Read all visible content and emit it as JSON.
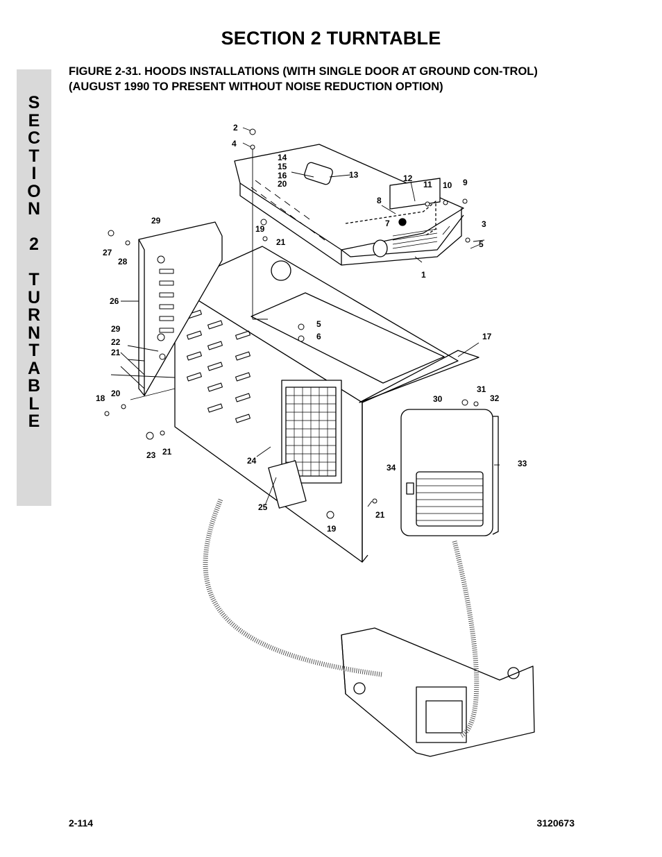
{
  "header": {
    "title": "SECTION 2   TURNTABLE"
  },
  "side_tab": {
    "letters": [
      "S",
      "E",
      "C",
      "T",
      "I",
      "O",
      "N",
      "",
      "2",
      "",
      "T",
      "U",
      "R",
      "N",
      "T",
      "A",
      "B",
      "L",
      "E"
    ]
  },
  "figure": {
    "title": "FIGURE 2-31.  HOODS INSTALLATIONS (WITH SINGLE DOOR AT GROUND CON-TROL) (AUGUST 1990 TO PRESENT WITHOUT NOISE REDUCTION OPTION)"
  },
  "callouts": {
    "c1": "1",
    "c2": "2",
    "c3": "3",
    "c4": "4",
    "c5a": "5",
    "c5b": "5",
    "c6": "6",
    "c7": "7",
    "c8": "8",
    "c9": "9",
    "c10": "10",
    "c11": "11",
    "c12": "12",
    "c13": "13",
    "c14": "14",
    "c15": "15",
    "c16": "16",
    "c17": "17",
    "c18": "18",
    "c19a": "19",
    "c19b": "19",
    "c20a": "20",
    "c20b": "20",
    "c21a": "21",
    "c21b": "21",
    "c21c": "21",
    "c21d": "21",
    "c22": "22",
    "c23": "23",
    "c24": "24",
    "c25": "25",
    "c26": "26",
    "c27": "27",
    "c28": "28",
    "c29a": "29",
    "c29b": "29",
    "c30": "30",
    "c31": "31",
    "c32": "32",
    "c33": "33",
    "c34": "34"
  },
  "footer": {
    "page_number": "2-114",
    "doc_number": "3120673"
  }
}
